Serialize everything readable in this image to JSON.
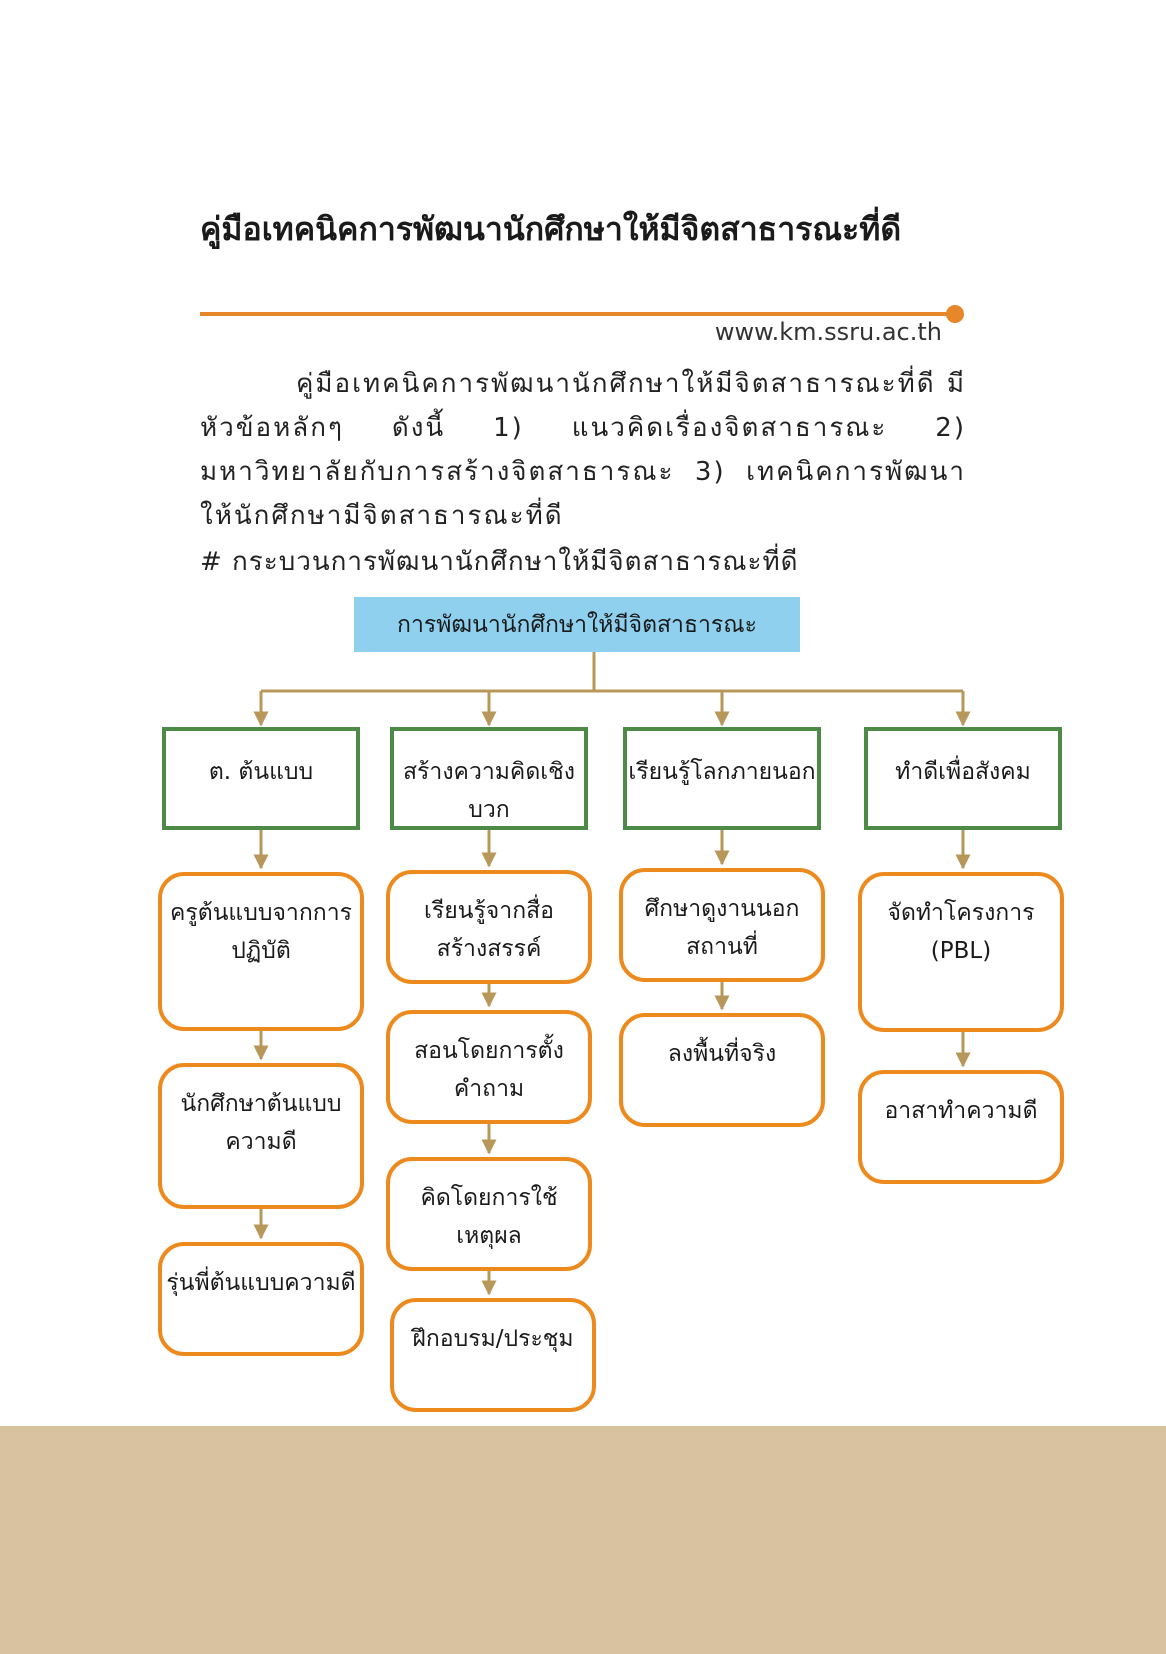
{
  "document": {
    "title": "คู่มือเทคนิคการพัฒนานักศึกษาให้มีจิตสาธารณะที่ดี",
    "website": "www.km.ssru.ac.th",
    "intro_paragraph": "คู่มือเทคนิคการพัฒนานักศึกษาให้มีจิตสาธารณะที่ดี มีหัวข้อหลักๆ ดังนี้ 1) แนวคิดเรื่องจิตสาธารณะ 2) มหาวิทยาลัยกับการสร้างจิตสาธารณะ 3) เทคนิคการพัฒนาให้นักศึกษามีจิตสาธารณะที่ดี",
    "process_heading": "# กระบวนการพัฒนานักศึกษาให้มีจิตสาธารณะที่ดี"
  },
  "diagram": {
    "root": "การพัฒนานักศึกษาให้มีจิตสาธารณะ",
    "columns": [
      {
        "category": "ต. ต้นแบบ",
        "items": [
          "ครูต้นแบบจากการปฏิบัติ",
          "นักศึกษาต้นแบบความดี",
          "รุ่นพี่ต้นแบบความดี"
        ]
      },
      {
        "category": "สร้างความคิดเชิงบวก",
        "items": [
          "เรียนรู้จากสื่อสร้างสรรค์",
          "สอนโดยการตั้งคำถาม",
          "คิดโดยการใช้เหตุผล",
          "ฝึกอบรม/ประชุม"
        ]
      },
      {
        "category": "เรียนรู้โลกภายนอก",
        "items": [
          "ศึกษาดูงานนอกสถานที่",
          "ลงพื้นที่จริง"
        ]
      },
      {
        "category": "ทำดีเพื่อสังคม",
        "items": [
          "จัดทำโครงการ (PBL)",
          "อาสาทำความดี"
        ]
      }
    ]
  },
  "colors": {
    "accent_orange": "#e8862a",
    "category_border": "#4e8a47",
    "leaf_border": "#ed8a1e",
    "root_fill": "#8fd0ef",
    "connector": "#b8985a",
    "footer": "#d9c29f"
  }
}
